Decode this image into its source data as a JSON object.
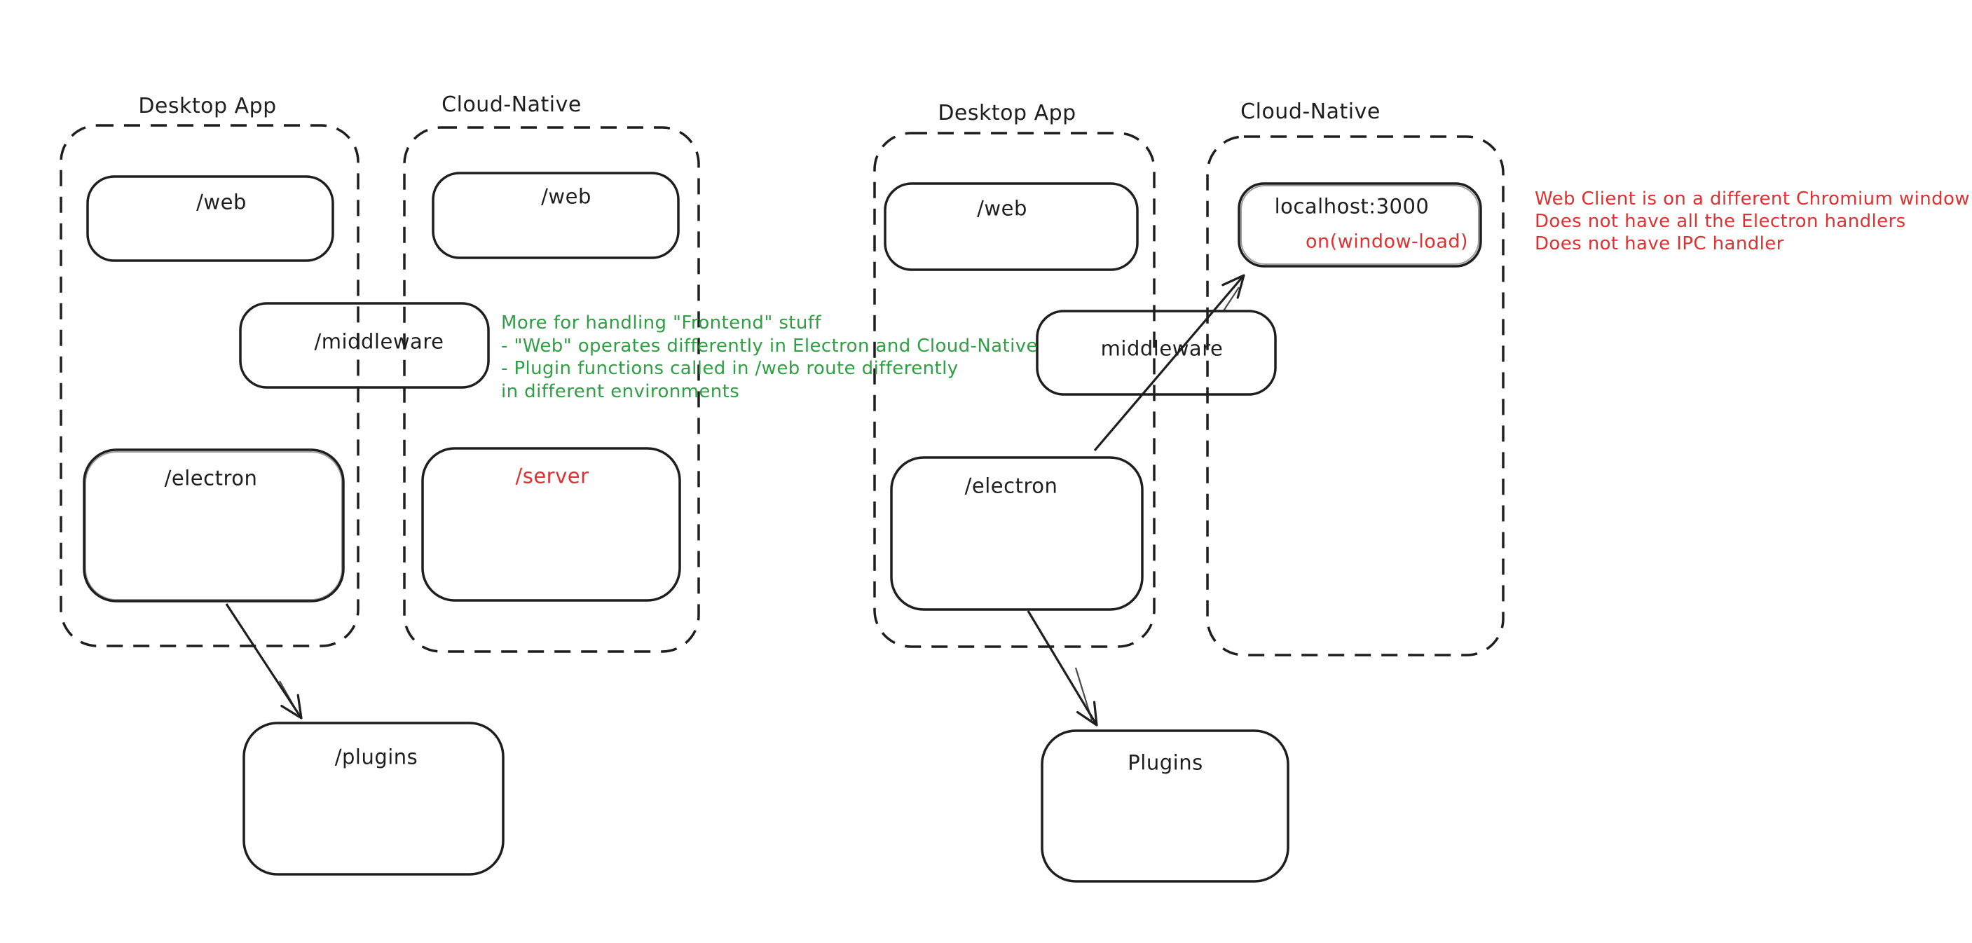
{
  "palette": {
    "ink": "#1e1e1e",
    "green": "#2f9e44",
    "red": "#e03131",
    "background": "#ffffff"
  },
  "left": {
    "desktop_label": "Desktop App",
    "cloud_label": "Cloud-Native",
    "web_desktop": "/web",
    "web_cloud": "/web",
    "middleware": "/middleware",
    "electron": "/electron",
    "server": "/server",
    "plugins": "/plugins",
    "green_note": {
      "line1": "More for handling \"Frontend\" stuff",
      "line2": "- \"Web\" operates differently in Electron and Cloud-Native",
      "line3": "- Plugin functions called in /web route differently",
      "line4": "in different environments"
    }
  },
  "right": {
    "desktop_label": "Desktop App",
    "cloud_label": "Cloud-Native",
    "web": "/web",
    "localhost": "localhost:3000",
    "window_load": "on(window-load)",
    "middleware": "middleware",
    "electron": "/electron",
    "plugins": "Plugins",
    "red_note": {
      "line1": "Web Client is on a different Chromium window",
      "line2": "Does not have all the Electron handlers",
      "line3": "Does not have IPC handler"
    }
  }
}
